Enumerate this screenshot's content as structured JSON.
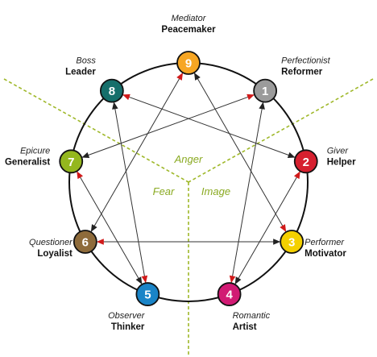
{
  "types": [
    {
      "number": "9",
      "role": "Mediator",
      "title": "Peacemaker",
      "color": "#f7a623",
      "icon": "circle-badge"
    },
    {
      "number": "1",
      "role": "Perfectionist",
      "title": "Reformer",
      "color": "#9b9b9b",
      "icon": "circle-badge"
    },
    {
      "number": "2",
      "role": "Giver",
      "title": "Helper",
      "color": "#d6202f",
      "icon": "circle-badge"
    },
    {
      "number": "3",
      "role": "Performer",
      "title": "Motivator",
      "color": "#f4d000",
      "icon": "circle-badge"
    },
    {
      "number": "4",
      "role": "Romantic",
      "title": "Artist",
      "color": "#d11a73",
      "icon": "circle-badge"
    },
    {
      "number": "5",
      "role": "Observer",
      "title": "Thinker",
      "color": "#1a84c7",
      "icon": "circle-badge"
    },
    {
      "number": "6",
      "role": "Questioner",
      "title": "Loyalist",
      "color": "#8e6b3b",
      "icon": "circle-badge"
    },
    {
      "number": "7",
      "role": "Epicure",
      "title": "Generalist",
      "color": "#94b71e",
      "icon": "circle-badge"
    },
    {
      "number": "8",
      "role": "Boss",
      "title": "Leader",
      "color": "#166f6b",
      "icon": "circle-badge"
    }
  ],
  "zones": {
    "anger": "Anger",
    "fear": "Fear",
    "image": "Image"
  },
  "colors": {
    "divider": "#9fb82a",
    "ring": "#111111",
    "arrow_line": "#333333",
    "arrow_head": "#d11a1a",
    "zone_text": "#8aaa22"
  }
}
